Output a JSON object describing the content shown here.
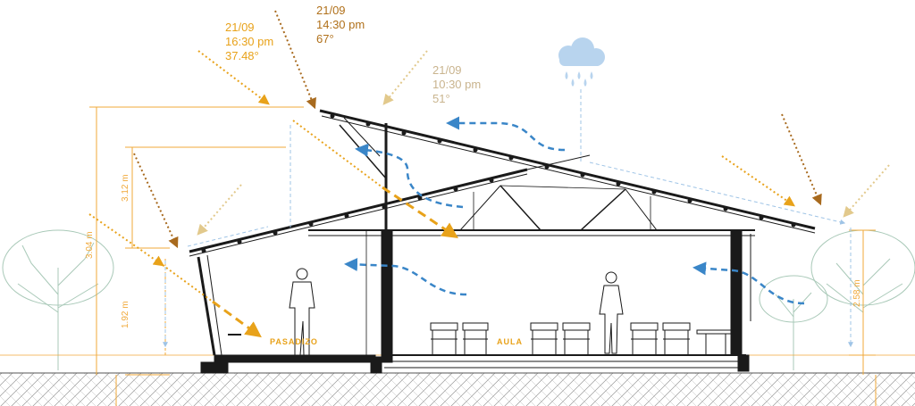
{
  "sun_positions": [
    {
      "date": "21/09",
      "time": "16:30 pm",
      "angle": "37.48°",
      "color": "#e8a21a"
    },
    {
      "date": "21/09",
      "time": "14:30 pm",
      "angle": "67°",
      "color": "#b0701a"
    },
    {
      "date": "21/09",
      "time": "10:30 pm",
      "angle": "51°",
      "color": "#c9b48e"
    }
  ],
  "spaces": {
    "corridor": "PASADIZO",
    "classroom": "AULA"
  },
  "dimensions": {
    "roof_height_left": "3.12 m",
    "total_height_left": "3.04 m",
    "eave_height_left": "1.92 m",
    "eave_height_right": "2.58 m"
  },
  "colors": {
    "orange_dimension": "#f0a93a",
    "sun_strong": "#e8a21a",
    "sun_dark": "#a86a1e",
    "sun_light": "#e9cf8f",
    "ventilation_blue": "#3a86c8",
    "rain_light_blue": "#9fc4e6",
    "structure": "#1a1a1a",
    "tree_green": "#a9c9b8"
  },
  "icons": [
    "rain-cloud-icon",
    "person-icon",
    "chair-icon",
    "tree-icon"
  ]
}
